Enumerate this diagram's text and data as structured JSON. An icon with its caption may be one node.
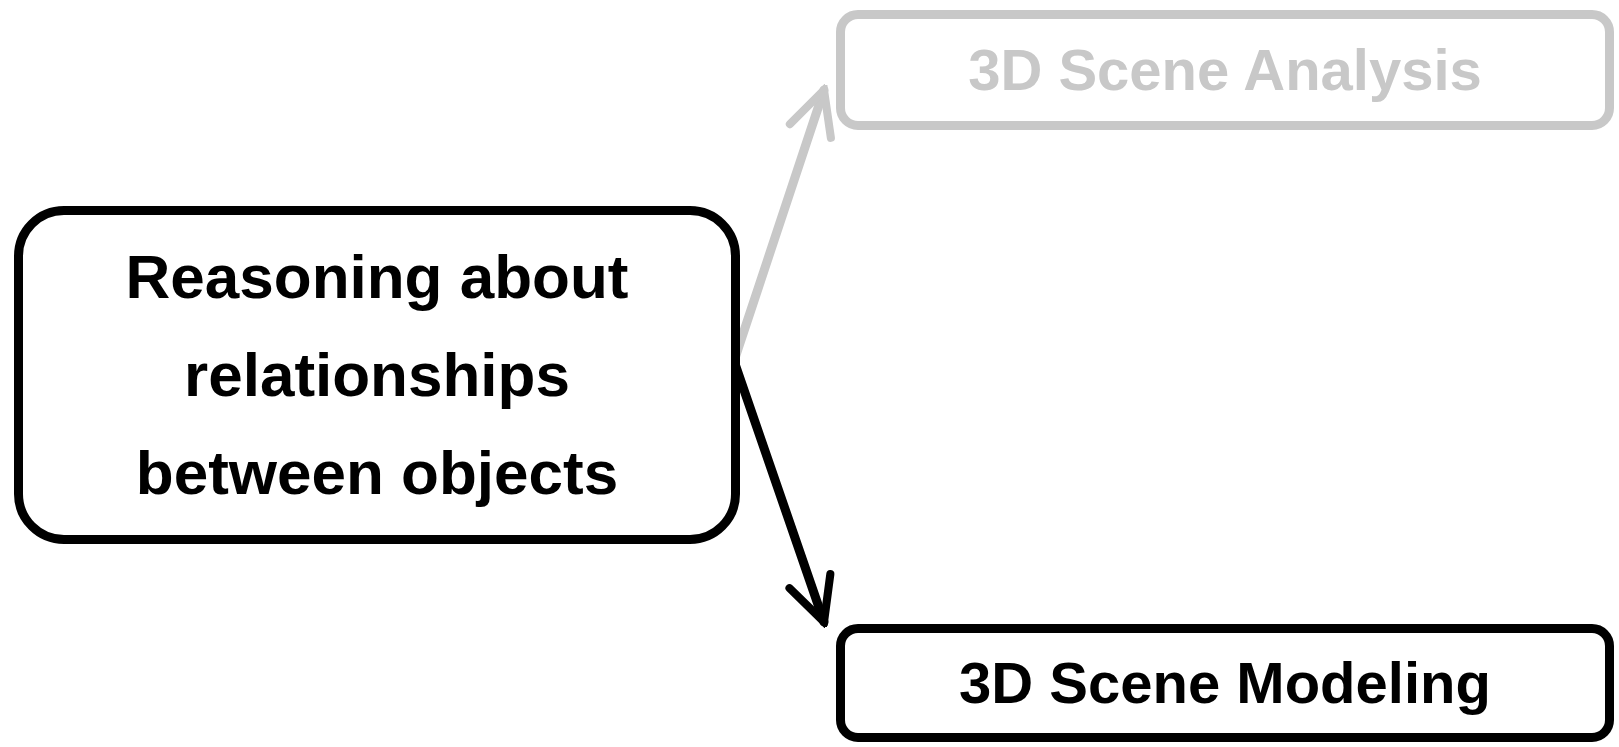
{
  "diagram": {
    "nodes": [
      {
        "text": [
          "Reasoning about relationships between objects"
        ]
      },
      {
        "text": [
          "3D Scene Analysis"
        ]
      },
      {
        "text": [
          "3D Scene Modeling"
        ]
      }
    ],
    "edges": [
      {
        "from": 0,
        "to": 1,
        "arrow": "to",
        "color": "#c8c8c8"
      },
      {
        "from": 0,
        "to": 2,
        "arrow": "to",
        "color": "#000000"
      }
    ]
  }
}
